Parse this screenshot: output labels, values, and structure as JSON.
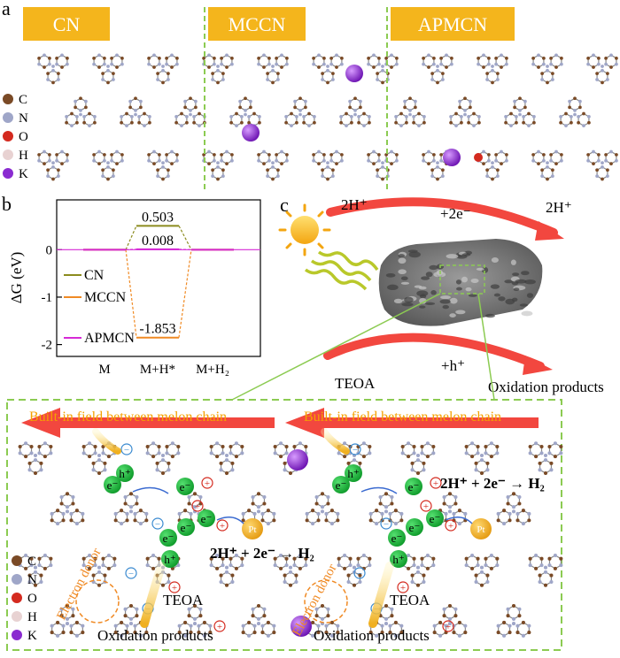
{
  "panel_letters": {
    "a": "a",
    "b": "b",
    "c": "c"
  },
  "panel_a": {
    "labels": [
      "CN",
      "MCCN",
      "APMCN"
    ],
    "legend": [
      "C",
      "N",
      "O",
      "H",
      "K"
    ]
  },
  "colors": {
    "label_bg": "#F4B51C",
    "carbon": "#7A4A26",
    "nitrogen": "#9FA6C8",
    "oxygen": "#D42A1F",
    "hydrogen": "#E8D2D2",
    "potassium": "#8A2BD0",
    "cn": "#8B8B1E",
    "mccn": "#F08A24",
    "apmcn": "#D62AD6",
    "arrow_red": "#F2473F",
    "green_dash": "#8CCB52",
    "electron": "#18B53A",
    "pt": "#F2A818"
  },
  "chart_data": {
    "type": "line",
    "ylabel": "ΔG (eV)",
    "categories": [
      "M",
      "M+H*",
      "M+H₂"
    ],
    "yticks": [
      "0",
      "-1",
      "-2"
    ],
    "ylim": [
      -2.25,
      1.05
    ],
    "series": [
      {
        "name": "CN",
        "values": [
          0,
          0.503,
          0
        ]
      },
      {
        "name": "MCCN",
        "values": [
          0,
          -1.853,
          0
        ]
      },
      {
        "name": "APMCN",
        "values": [
          0,
          0.008,
          0
        ]
      }
    ],
    "value_labels": [
      "0.503",
      "0.008",
      "-1.853"
    ],
    "legend": [
      "CN",
      "MCCN",
      "APMCN"
    ]
  },
  "panel_c": {
    "top_left": "2H⁺",
    "top_mid": "+2e⁻",
    "top_right": "2H⁺",
    "bottom_left": "TEOA",
    "bottom_mid": "+h⁺",
    "bottom_right": "Oxidation products"
  },
  "bottom": {
    "field_label": "Built-in field between melon chain",
    "reaction": "2H⁺ + 2e⁻ → H₂",
    "teoa": "TEOA",
    "oxidation": "Oxidation products",
    "donor": "Electron donor",
    "pt": "Pt",
    "e": "e⁻",
    "h": "h⁺",
    "legend": [
      "C",
      "N",
      "O",
      "H",
      "K"
    ]
  }
}
